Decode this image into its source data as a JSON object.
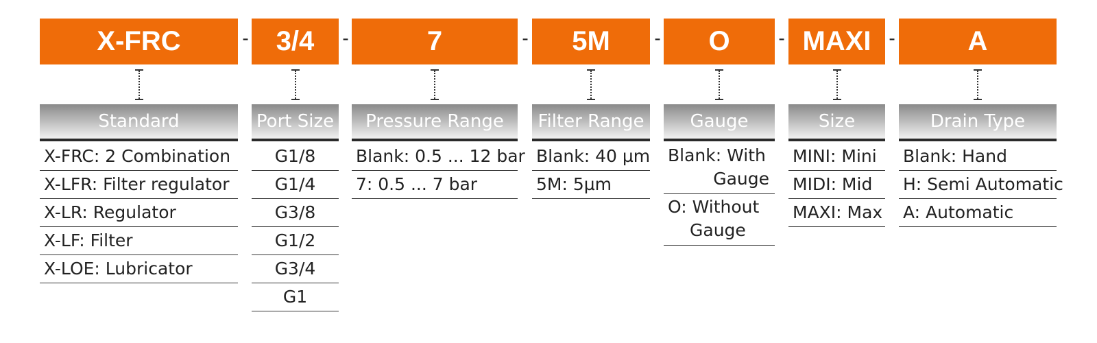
{
  "separator": "-",
  "columns": [
    {
      "code": "X-FRC",
      "header": "Standard",
      "options": [
        "X-FRC: 2 Combination",
        "X-LFR: Filter regulator",
        "X-LR: Regulator",
        "X-LF: Filter",
        "X-LOE: Lubricator"
      ]
    },
    {
      "code": "3/4",
      "header": "Port Size",
      "options": [
        "G1/8",
        "G1/4",
        "G3/8",
        "G1/2",
        "G3/4",
        "G1"
      ]
    },
    {
      "code": "7",
      "header": "Pressure Range",
      "options": [
        "Blank: 0.5 ... 12 bar",
        "7: 0.5 ... 7 bar"
      ]
    },
    {
      "code": "5M",
      "header": "Filter Range",
      "options": [
        "Blank: 40 µm",
        "5M: 5µm"
      ]
    },
    {
      "code": "O",
      "header": "Gauge",
      "options": [
        {
          "line1": "Blank: With",
          "line2": "Gauge"
        },
        {
          "line1": "O: Without",
          "line2": "Gauge"
        }
      ]
    },
    {
      "code": "MAXI",
      "header": "Size",
      "options": [
        "MINI: Mini",
        "MIDI: Mid",
        "MAXI: Max"
      ]
    },
    {
      "code": "A",
      "header": "Drain Type",
      "options": [
        "Blank: Hand",
        "H: Semi Automatic",
        "A: Automatic"
      ]
    }
  ]
}
